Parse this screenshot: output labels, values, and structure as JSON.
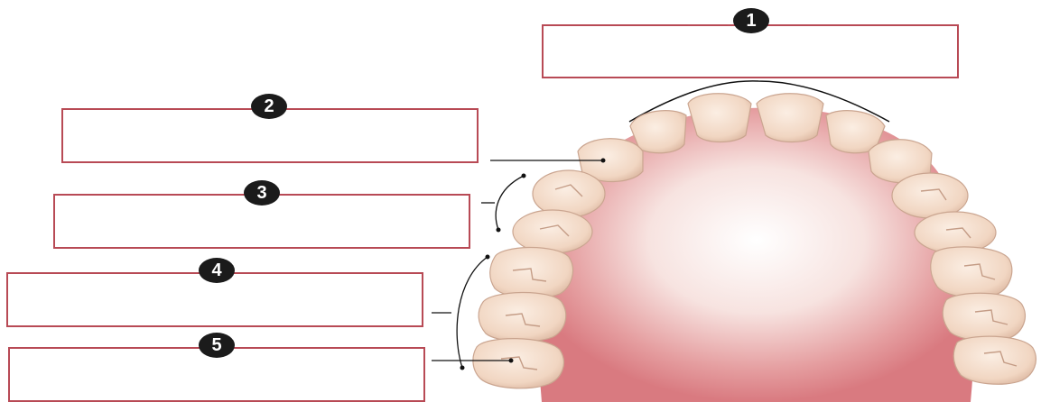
{
  "diagram": {
    "labels": [
      {
        "number": "1",
        "text": ""
      },
      {
        "number": "2",
        "text": ""
      },
      {
        "number": "3",
        "text": ""
      },
      {
        "number": "4",
        "text": ""
      },
      {
        "number": "5",
        "text": ""
      }
    ],
    "colors": {
      "box_border": "#b84a55",
      "badge_fill": "#1b1b1b",
      "tooth_fill": "#f4dcc9",
      "tooth_shadow": "#d9b9a3",
      "palate_inner": "#d9757a",
      "palate_outer": "#ffffff"
    }
  }
}
